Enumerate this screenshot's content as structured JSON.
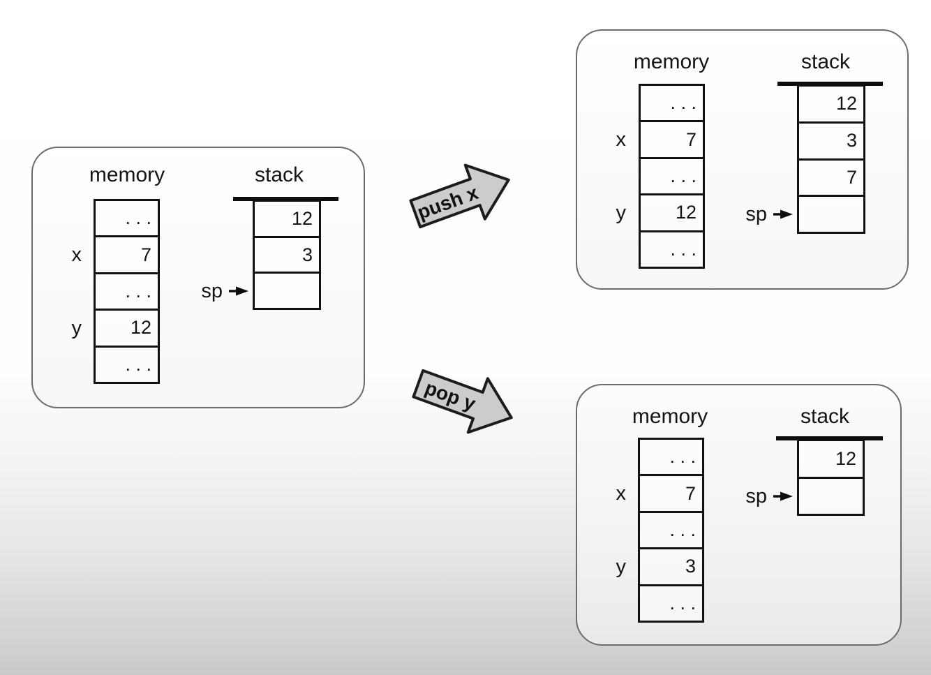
{
  "diagram": {
    "description": "Stack push and pop operations with memory and stack state",
    "colors": {
      "background_top": "#ffffff",
      "background_bottom": "#c9c9c9",
      "panel_border": "#6b6b6b",
      "cell_border": "#111111",
      "stack_bar": "#0d0d0d",
      "arrow_fill": "#cccccc",
      "arrow_outline": "#1c1c1c",
      "text": "#141414"
    },
    "operations": [
      {
        "label": "push x"
      },
      {
        "label": "pop y"
      }
    ],
    "panels": [
      {
        "name": "initial-state",
        "memory": {
          "title": "memory",
          "rows": [
            {
              "label": "",
              "value": ". . ."
            },
            {
              "label": "x",
              "value": "7"
            },
            {
              "label": "",
              "value": ". . ."
            },
            {
              "label": "y",
              "value": "12"
            },
            {
              "label": "",
              "value": ". . ."
            }
          ]
        },
        "stack": {
          "title": "stack",
          "cells": [
            "12",
            "3",
            ""
          ],
          "pointer": {
            "label": "sp",
            "points_to_cell_index": 2
          }
        }
      },
      {
        "name": "after-push-x",
        "memory": {
          "title": "memory",
          "rows": [
            {
              "label": "",
              "value": ". . ."
            },
            {
              "label": "x",
              "value": "7"
            },
            {
              "label": "",
              "value": ". . ."
            },
            {
              "label": "y",
              "value": "12"
            },
            {
              "label": "",
              "value": ". . ."
            }
          ]
        },
        "stack": {
          "title": "stack",
          "cells": [
            "12",
            "3",
            "7",
            ""
          ],
          "pointer": {
            "label": "sp",
            "points_to_cell_index": 3
          }
        }
      },
      {
        "name": "after-pop-y",
        "memory": {
          "title": "memory",
          "rows": [
            {
              "label": "",
              "value": ". . ."
            },
            {
              "label": "x",
              "value": "7"
            },
            {
              "label": "",
              "value": ". . ."
            },
            {
              "label": "y",
              "value": "3"
            },
            {
              "label": "",
              "value": ". . ."
            }
          ]
        },
        "stack": {
          "title": "stack",
          "cells": [
            "12",
            ""
          ],
          "pointer": {
            "label": "sp",
            "points_to_cell_index": 1
          }
        }
      }
    ]
  }
}
